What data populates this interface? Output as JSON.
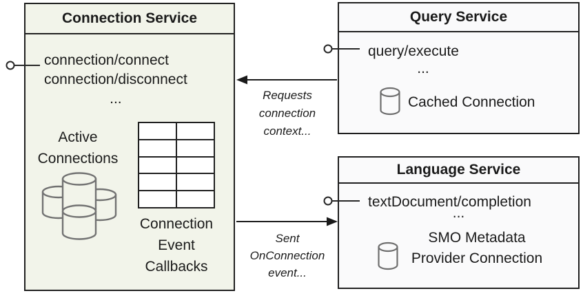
{
  "colors": {
    "connection_box_fill": "#f2f4ea",
    "service_box_fill": "#fafafb",
    "box_border": "#1f1f1f",
    "icon_stroke": "#6e6e6e",
    "text": "#1a1a1a"
  },
  "connection_service": {
    "title": "Connection Service",
    "method_1": "connection/connect",
    "method_2": "connection/disconnect",
    "ellipsis": "...",
    "active_connections_label": "Active\nConnections",
    "callbacks_label": "Connection\nEvent\nCallbacks",
    "callbacks_table": {
      "rows": 5,
      "columns": 2
    }
  },
  "query_service": {
    "title": "Query Service",
    "method_1": "query/execute",
    "ellipsis": "...",
    "connection_label": "Cached Connection"
  },
  "language_service": {
    "title": "Language Service",
    "method_1": "textDocument/completion",
    "ellipsis": "...",
    "connection_label": "SMO Metadata\nProvider Connection"
  },
  "arrows": {
    "request_label": "Requests\nconnection\ncontext...",
    "event_label": "Sent\nOnConnection\nevent..."
  }
}
